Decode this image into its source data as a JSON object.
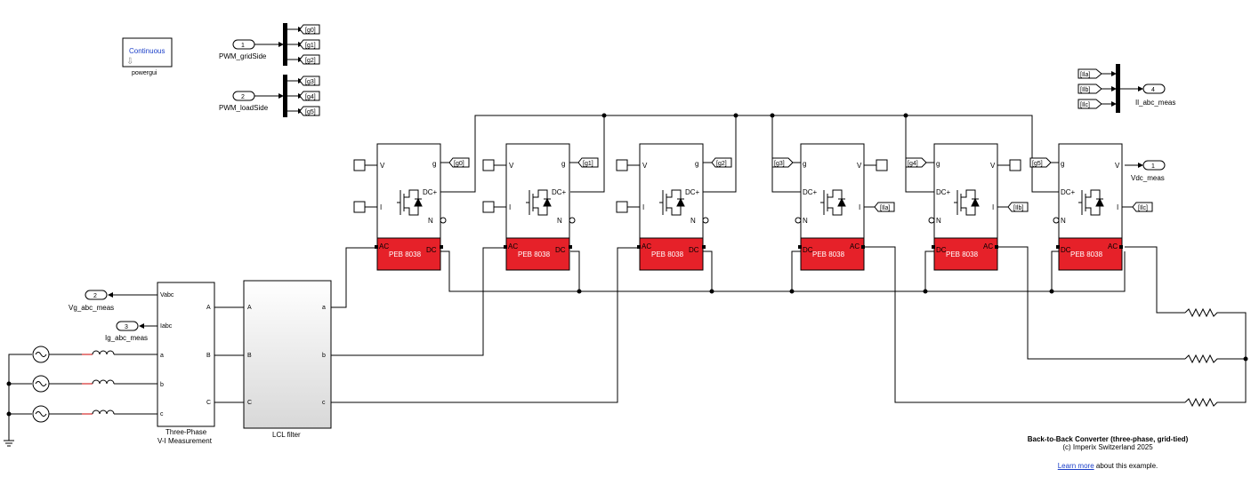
{
  "powergui": {
    "mode": "Continuous",
    "label": "powergui"
  },
  "ports": {
    "pwm_grid": {
      "num": "1",
      "label": "PWM_gridSide",
      "tags": [
        "[g0]",
        "[g1]",
        "[g2]"
      ]
    },
    "pwm_load": {
      "num": "2",
      "label": "PWM_loadSide",
      "tags": [
        "[g3]",
        "[g4]",
        "[g5]"
      ]
    },
    "vg_abc": {
      "num": "2",
      "label": "Vg_abc_meas"
    },
    "ig_abc": {
      "num": "3",
      "label": "Ig_abc_meas"
    },
    "il_abc": {
      "num": "4",
      "label": "Il_abc_meas",
      "tags": [
        "[Ila]",
        "[Ilb]",
        "[Ilc]"
      ]
    },
    "vdc": {
      "num": "1",
      "label": "Vdc_meas"
    }
  },
  "peb_modules": [
    {
      "gate": "[g0]",
      "meas": ""
    },
    {
      "gate": "[g1]",
      "meas": ""
    },
    {
      "gate": "[g2]",
      "meas": ""
    },
    {
      "gate": "[g3]",
      "meas": "[Ila]"
    },
    {
      "gate": "[g4]",
      "meas": "[Ilb]"
    },
    {
      "gate": "[g5]",
      "meas": "[Ilc]"
    }
  ],
  "peb": {
    "name": "PEB 8038",
    "port_g": "g",
    "port_v": "V",
    "port_i": "I",
    "port_dc": "DC+",
    "port_n": "N",
    "port_ac": "AC",
    "port_dcb": "DC"
  },
  "vi_meas": {
    "title_line1": "Three-Phase",
    "title_line2": "V-I Measurement",
    "vabc": "Vabc",
    "iabc": "Iabc",
    "ports": [
      "a",
      "b",
      "c"
    ],
    "outs": [
      "A",
      "B",
      "C"
    ]
  },
  "lcl": {
    "label": "LCL filter",
    "in_ports": [
      "A",
      "B",
      "C"
    ],
    "out_ports": [
      "a",
      "b",
      "c"
    ]
  },
  "caption": {
    "title": "Back-to-Back Converter (three-phase, grid-tied)",
    "copyright": "(c) Imperix Switzerland 2025",
    "link": "Learn more",
    "link_suffix": " about this example."
  },
  "colors": {
    "red": "#e62129",
    "line": "#000000",
    "link": "#1a3ec8"
  }
}
